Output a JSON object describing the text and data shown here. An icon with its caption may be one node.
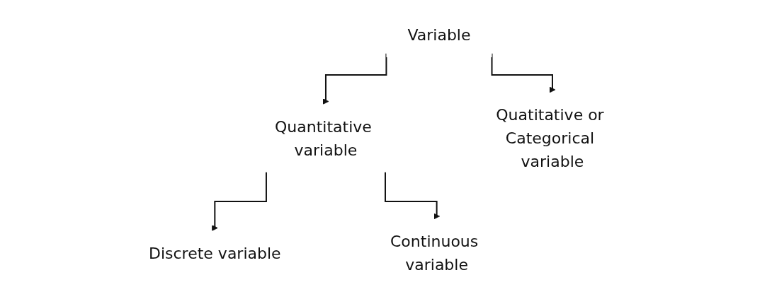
{
  "diagram": {
    "nodes": [
      {
        "text": [
          "Variable"
        ]
      },
      {
        "text": [
          "Quantitative variable"
        ]
      },
      {
        "text": [
          "Quatitative or Categorical variable"
        ]
      },
      {
        "text": [
          "Discrete variable"
        ]
      },
      {
        "text": [
          "Continuous variable"
        ]
      }
    ],
    "edges": [
      {
        "from": 0,
        "to": 1,
        "arrow": "to"
      },
      {
        "from": 0,
        "to": 2,
        "arrow": "to"
      },
      {
        "from": 1,
        "to": 3,
        "arrow": "to"
      },
      {
        "from": 1,
        "to": 4,
        "arrow": "to"
      }
    ]
  }
}
